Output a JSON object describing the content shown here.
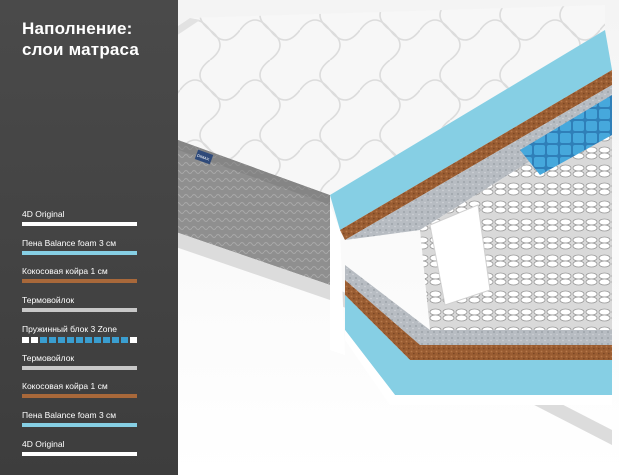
{
  "title": {
    "line1": "Наполнение:",
    "line2": "слои матраса"
  },
  "brand_tag": "DIMAX",
  "colors": {
    "panel": "#434343",
    "white_layer": "#ffffff",
    "foam_blue": "#86cfe4",
    "coir_brown": "#a8683a",
    "felt_gray": "#c8c8c8",
    "spring_blue": "#3a9ed0",
    "spring_white": "#ffffff"
  },
  "layers": [
    {
      "label": "4D Original",
      "color": "#ffffff",
      "style": "solid"
    },
    {
      "label": "Пена Balance foam 3 см",
      "color": "#86cfe4",
      "style": "solid"
    },
    {
      "label": "Кокосовая койра 1 см",
      "color": "#a8683a",
      "style": "solid"
    },
    {
      "label": "Термовойлок",
      "color": "#c8c8c8",
      "style": "solid"
    },
    {
      "label": "Пружинный блок 3 Zone",
      "color": "#3a9ed0",
      "style": "segmented",
      "segments": [
        "#ffffff",
        "#ffffff",
        "#3a9ed0",
        "#3a9ed0",
        "#3a9ed0",
        "#3a9ed0",
        "#3a9ed0",
        "#3a9ed0",
        "#3a9ed0",
        "#3a9ed0",
        "#3a9ed0",
        "#3a9ed0",
        "#ffffff"
      ]
    },
    {
      "label": "Термовойлок",
      "color": "#c8c8c8",
      "style": "solid"
    },
    {
      "label": "Кокосовая койра 1 см",
      "color": "#a8683a",
      "style": "solid"
    },
    {
      "label": "Пена Balance foam 3 см",
      "color": "#86cfe4",
      "style": "solid"
    },
    {
      "label": "4D Original",
      "color": "#ffffff",
      "style": "solid"
    }
  ]
}
